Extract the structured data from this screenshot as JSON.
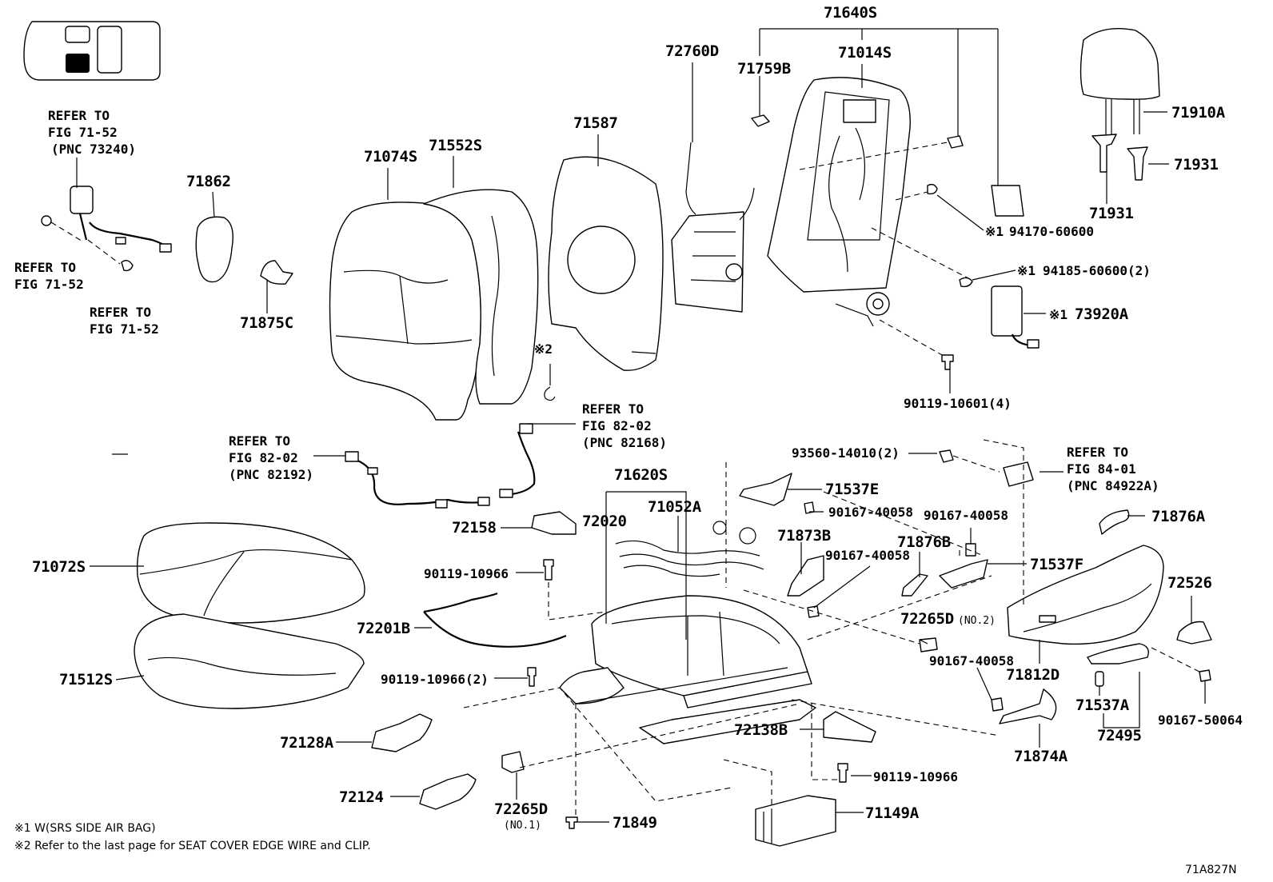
{
  "labels": {
    "p71640S": "71640S",
    "p72760D": "72760D",
    "p71759B": "71759B",
    "p71014S": "71014S",
    "p71587": "71587",
    "p71552S": "71552S",
    "p71074S": "71074S",
    "p71862": "71862",
    "p71875C": "71875C",
    "p71910A": "71910A",
    "p71931a": "71931",
    "p71931b": "71931",
    "p94170": "94170-60600",
    "p94185": "94185-60600(2)",
    "p73920A": "73920A",
    "p90119_10601": "90119-10601(4)",
    "p93560": "93560-14010(2)",
    "p71620S": "71620S",
    "p71052A": "71052A",
    "p72020": "72020",
    "p72158": "72158",
    "p71537E": "71537E",
    "p90167_40058a": "90167-40058",
    "p71873B": "71873B",
    "p90167_40058b": "90167-40058",
    "p71876B": "71876B",
    "p90167_40058c": "90167-40058",
    "p71537F": "71537F",
    "p71876A": "71876A",
    "p72526": "72526",
    "p71072S": "71072S",
    "p90119_10966a": "90119-10966",
    "p72201B": "72201B",
    "p71512S": "71512S",
    "p90119_10966b": "90119-10966(2)",
    "p72265D_no2": "72265D",
    "p90167_40058d": "90167-40058",
    "p71812D": "71812D",
    "p71537A": "71537A",
    "p72495": "72495",
    "p90167_50064": "90167-50064",
    "p72128A": "72128A",
    "p72138B": "72138B",
    "p71874A": "71874A",
    "p90119_10966c": "90119-10966",
    "p72124": "72124",
    "p72265D_no1": "72265D",
    "p71849": "71849",
    "p71149A": "71149A"
  },
  "sublabels": {
    "no1": "(NO.1)",
    "no2": "(NO.2)"
  },
  "marks": {
    "mark1": "※1",
    "mark2": "※2"
  },
  "refs": {
    "r71_52_pnc_l1": "REFER TO",
    "r71_52_pnc_l2": "FIG 71-52",
    "r71_52_pnc_l3": "(PNC 73240)",
    "r71_52_a_l1": "REFER TO",
    "r71_52_a_l2": "FIG 71-52",
    "r71_52_b_l1": "REFER TO",
    "r71_52_b_l2": "FIG 71-52",
    "r82_02_a_l1": "REFER TO",
    "r82_02_a_l2": "FIG 82-02",
    "r82_02_a_l3": "(PNC 82168)",
    "r82_02_b_l1": "REFER TO",
    "r82_02_b_l2": "FIG 82-02",
    "r82_02_b_l3": "(PNC 82192)",
    "r84_01_l1": "REFER TO",
    "r84_01_l2": "FIG 84-01",
    "r84_01_l3": "(PNC 84922A)"
  },
  "footnotes": {
    "n1": "※1 W(SRS SIDE AIR BAG)",
    "n2": "※2 Refer to the last page for SEAT COVER EDGE WIRE and CLIP."
  },
  "figure_id": "71A827N"
}
